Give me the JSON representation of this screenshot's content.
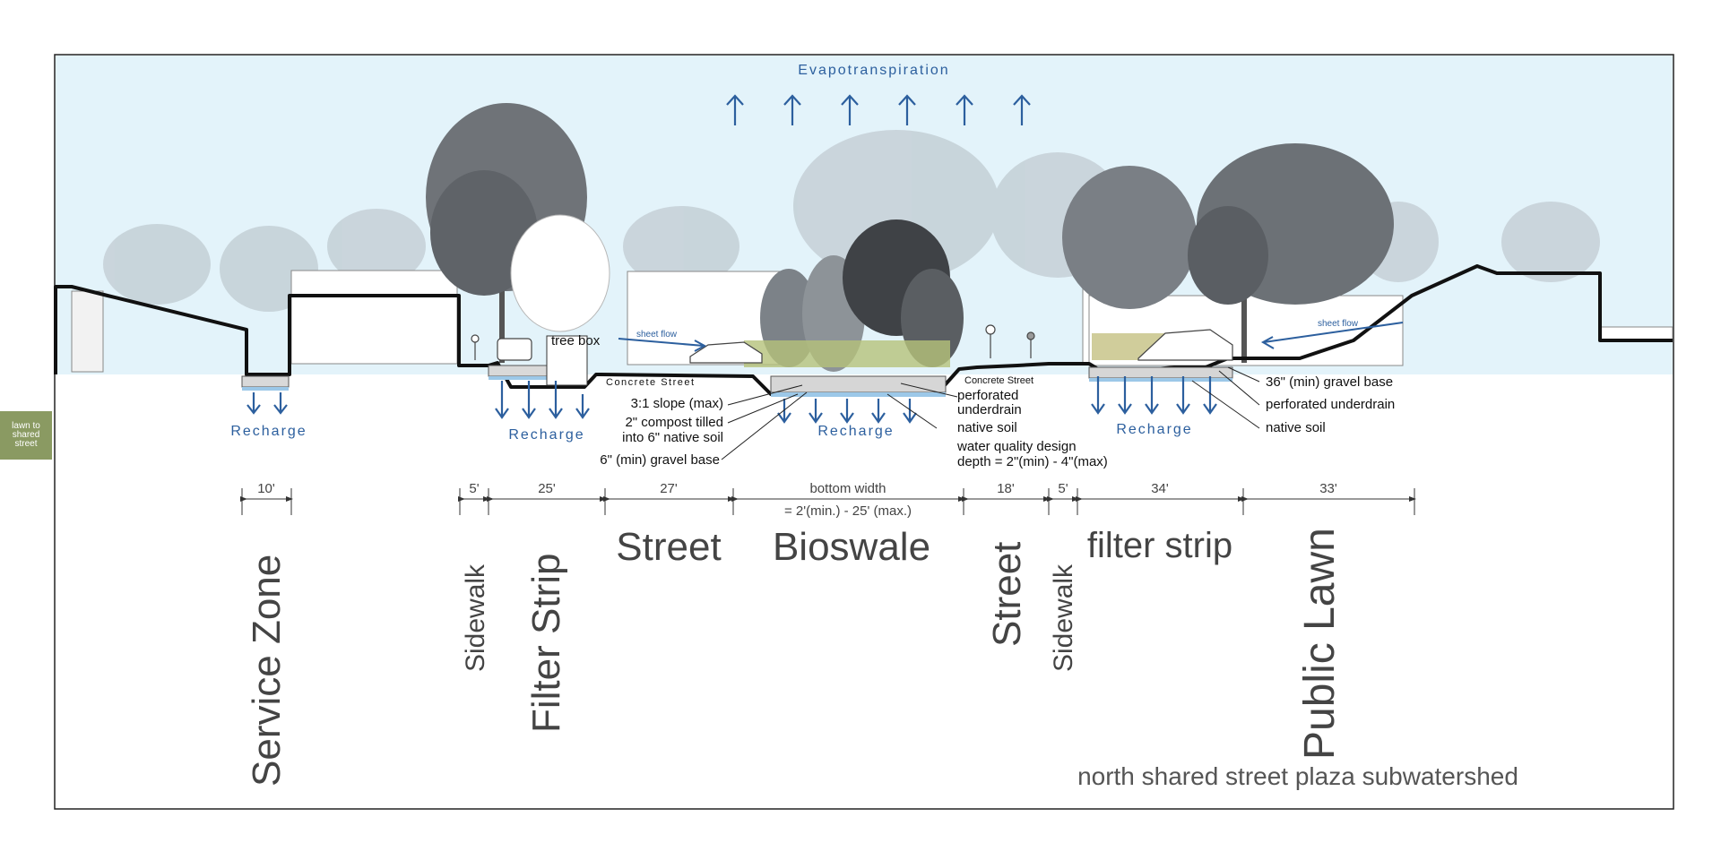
{
  "side_tab": {
    "label": "lawn to\nshared\nstreet"
  },
  "sky": {
    "label": "Evapotranspiration",
    "sky_color": "#e3f3fa",
    "arrow_color": "#2c5f9e"
  },
  "colors": {
    "recharge": "#2c5f9e",
    "profile": "#111111",
    "gravel_blue": "#9cc8e8",
    "footer_text": "#555555"
  },
  "recharge_labels": [
    "Recharge",
    "Recharge",
    "Recharge",
    "Recharge"
  ],
  "callouts": {
    "tree_box": "tree box",
    "sheet_flow_left": "sheet flow",
    "sheet_flow_right": "sheet flow",
    "concrete_street_left": "Concrete Street",
    "concrete_street_right": "Concrete Street",
    "slope": "3:1 slope (max)",
    "compost_1": "2\" compost tilled",
    "compost_2": "into 6\" native soil",
    "gravel_base_left": "6\" (min) gravel base",
    "perforated_1": "perforated",
    "perforated_2": "underdrain",
    "native_soil_mid": "native soil",
    "wq_1": "water quality design",
    "wq_2": "depth = 2\"(min) - 4\"(max)",
    "gravel_base_right": "36\" (min) gravel base",
    "perforated_right": "perforated underdrain",
    "native_soil_right": "native soil"
  },
  "dimensions": [
    {
      "value": "10'"
    },
    {
      "value": "5'"
    },
    {
      "value": "25'"
    },
    {
      "value": "27'"
    },
    {
      "value": "bottom width",
      "sub": "= 2'(min.) - 25' (max.)"
    },
    {
      "value": "18'"
    },
    {
      "value": "5'"
    },
    {
      "value": "34'"
    },
    {
      "value": "33'"
    }
  ],
  "zones": [
    {
      "label": "Service Zone"
    },
    {
      "label": "Sidewalk"
    },
    {
      "label": "Filter Strip"
    },
    {
      "label": "Street"
    },
    {
      "label": "Bioswale"
    },
    {
      "label": "Street"
    },
    {
      "label": "Sidewalk"
    },
    {
      "label": "filter strip"
    },
    {
      "label": "Public Lawn"
    }
  ],
  "footer": {
    "caption": "north shared street plaza subwatershed"
  }
}
